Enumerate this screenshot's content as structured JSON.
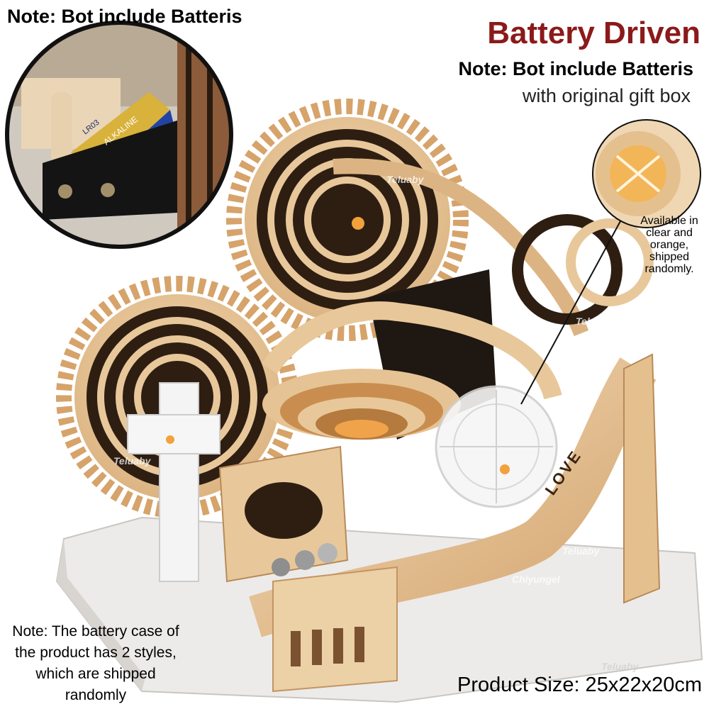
{
  "labels": {
    "top_note": "Note: Bot include Batteris",
    "headline": "Battery Driven",
    "sub_note": "Note: Bot include Batteris",
    "gift_box": "with original gift box",
    "availability": "Available in clear and orange, shipped randomly.",
    "battery_case_note": "Note: The battery case of the product has 2 styles, which are shipped randomly",
    "product_size": "Product Size: 25x22x20cm"
  },
  "engraving": {
    "love": "LOVE"
  },
  "watermarks": [
    "Teluaby",
    "Chiyungel"
  ],
  "battery_inset": {
    "battery_text_1": "ALKALINE",
    "battery_text_2": "LR03"
  },
  "colors": {
    "headline": "#8b1a1a",
    "wood_light": "#e8c89a",
    "wood_dark": "#2e1e12",
    "background": "#ffffff"
  },
  "icons": [
    "battery-icon",
    "gear-icon",
    "magnifier-circle-icon"
  ]
}
